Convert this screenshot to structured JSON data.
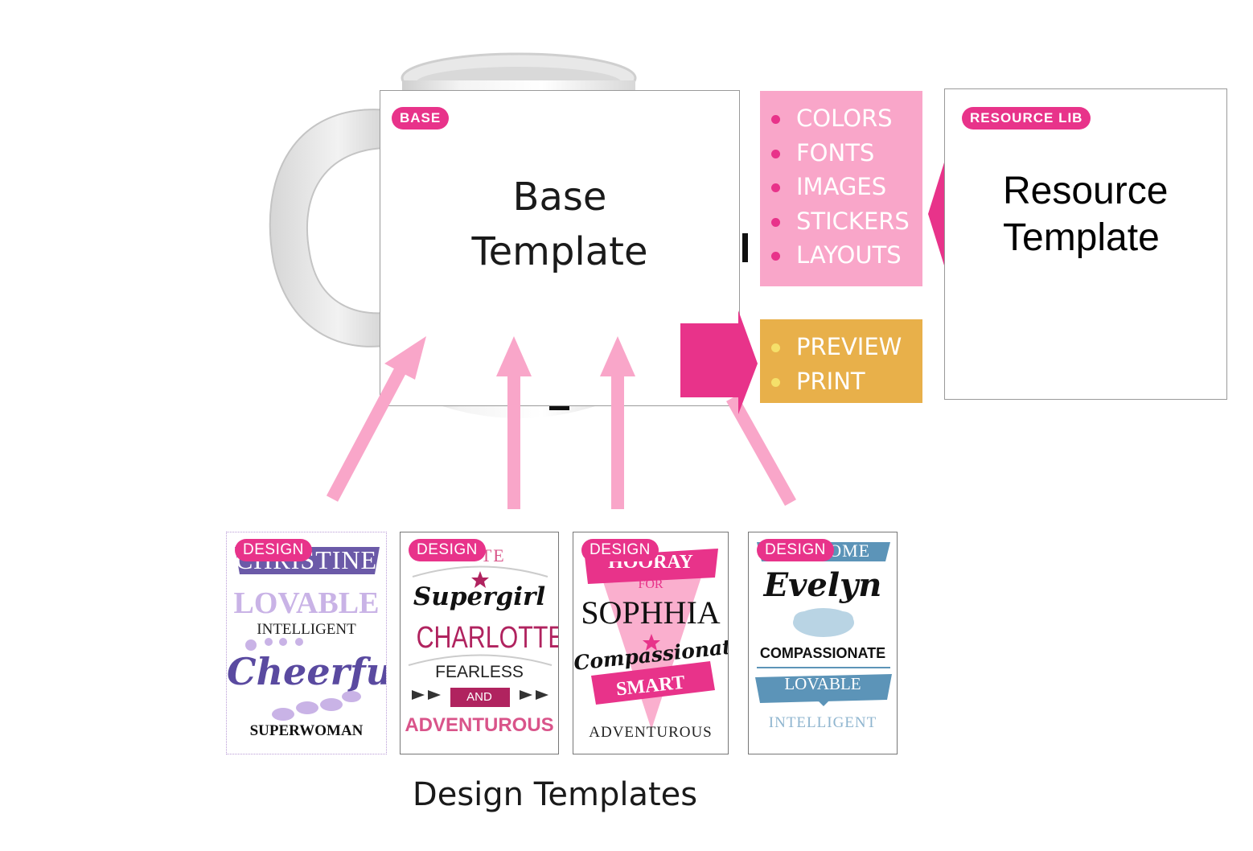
{
  "base": {
    "badge": "BASE",
    "title_line1": "Base",
    "title_line2": "Template"
  },
  "resource_list": {
    "items": [
      "COLORS",
      "FONTS",
      "IMAGES",
      "STICKERS",
      "LAYOUTS"
    ],
    "color": "#f9a6c9"
  },
  "output_list": {
    "items": [
      "PREVIEW",
      "PRINT"
    ],
    "color": "#e8b04a"
  },
  "resource": {
    "badge": "RESOURCE LIB",
    "title_line1": "Resource",
    "title_line2": "Template"
  },
  "designs": [
    {
      "badge": "DESIGN",
      "lines": [
        "CHRISTINE",
        "LOVABLE",
        "INTELLIGENT",
        "Cheerful",
        "SUPERWOMAN"
      ]
    },
    {
      "badge": "DESIGN",
      "lines": [
        "CUTE",
        "Supergirl",
        "CHARLOTTE",
        "FEARLESS",
        "AND",
        "ADVENTUROUS"
      ]
    },
    {
      "badge": "DESIGN",
      "lines": [
        "HOORAY",
        "FOR",
        "SOPHHIA",
        "Compassionate",
        "SMART",
        "ADVENTUROUS"
      ]
    },
    {
      "badge": "DESIGN",
      "lines": [
        "WELCOME",
        "Evelyn",
        "COMPASSIONATE",
        "LOVABLE",
        "INTELLIGENT"
      ]
    }
  ],
  "caption": "Design Templates",
  "colors": {
    "accent": "#e8338a",
    "arrow": "#f9a6c9",
    "card_text": "#1a1a1a"
  }
}
